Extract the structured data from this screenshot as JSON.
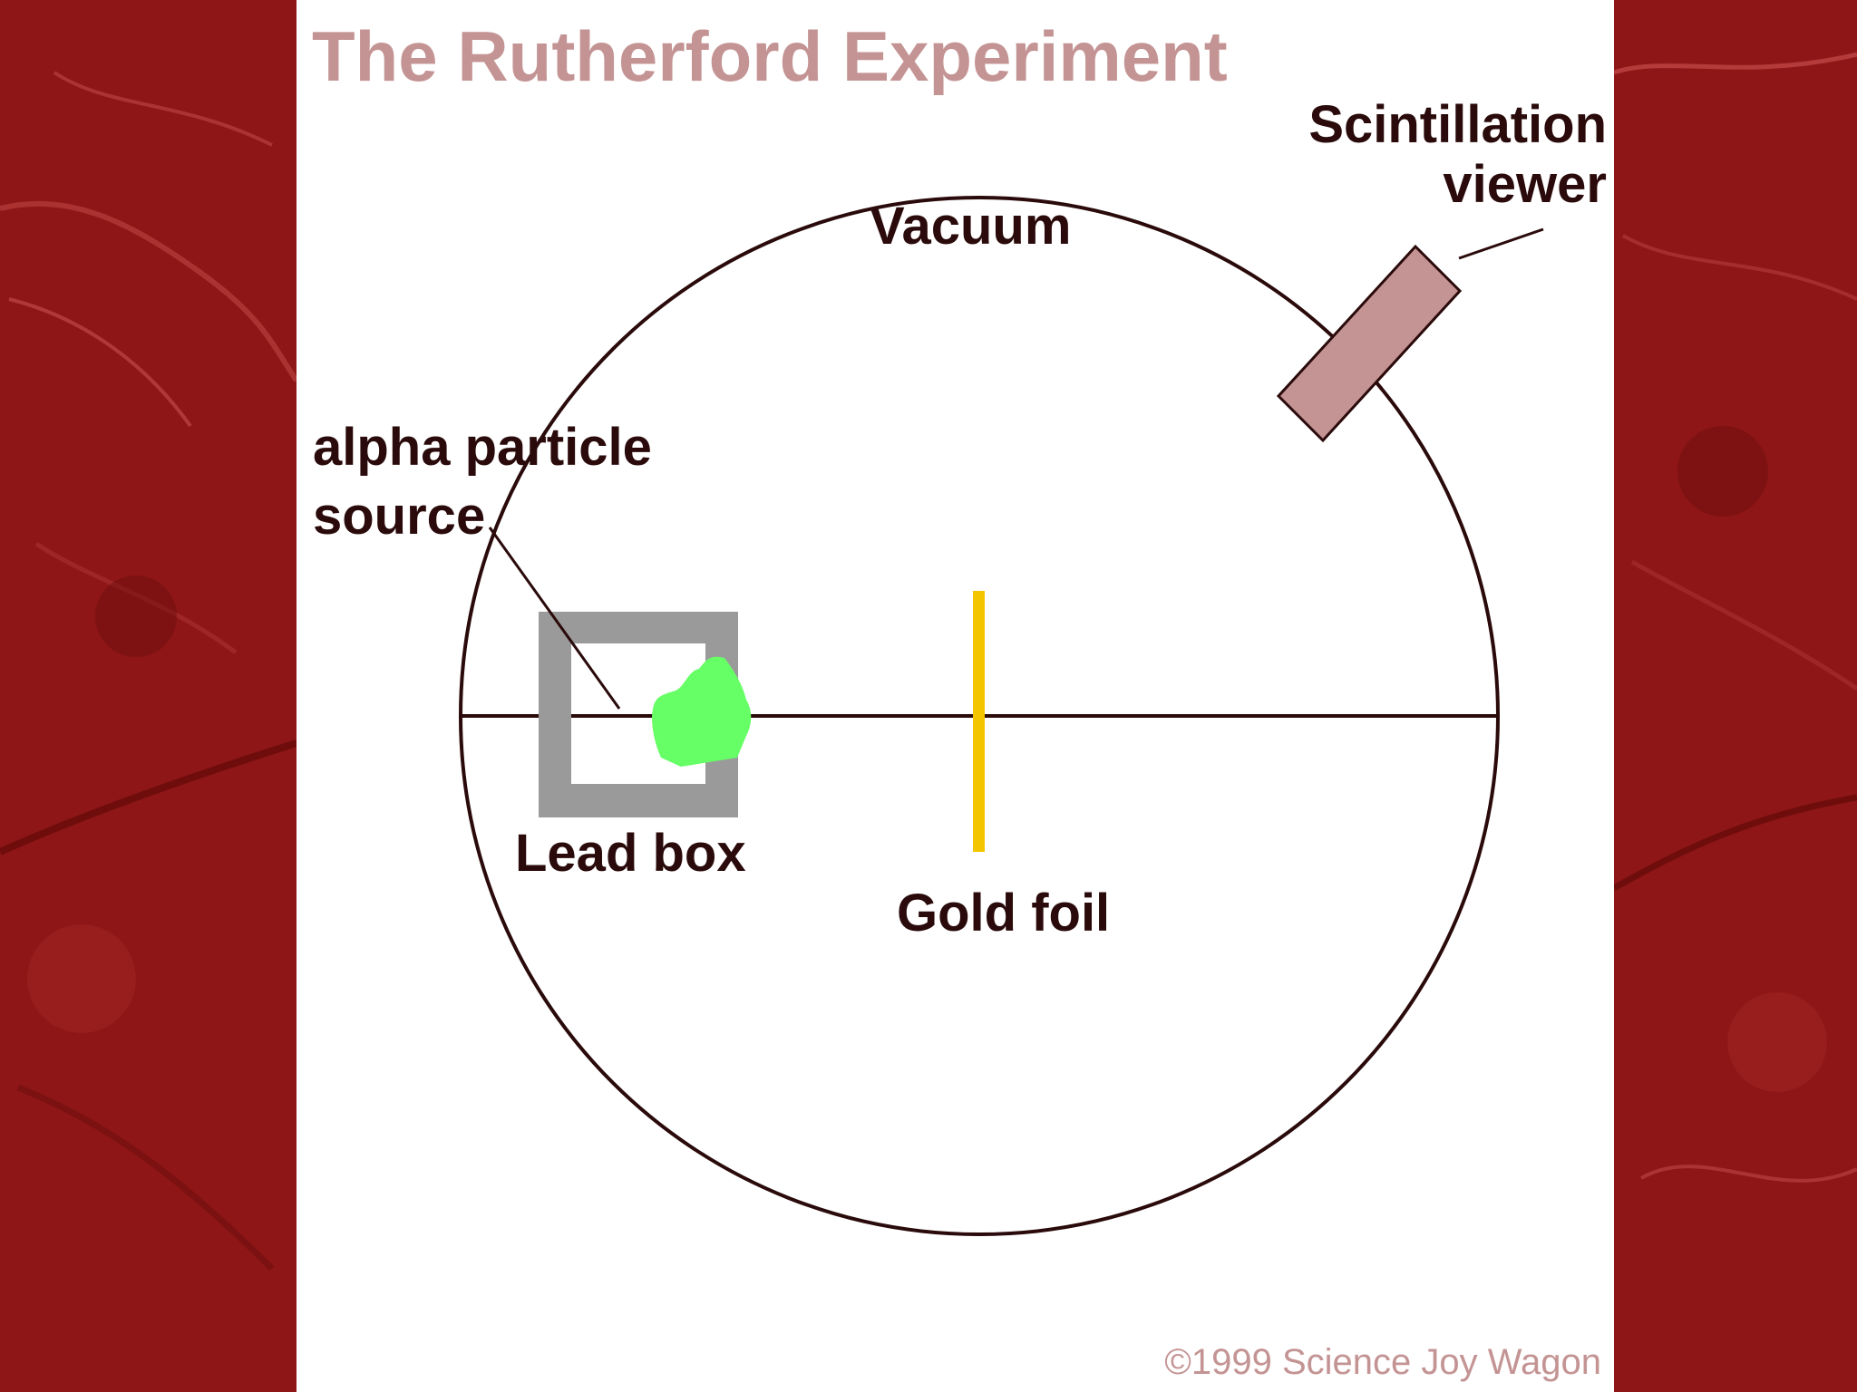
{
  "title": "The Rutherford Experiment",
  "labels": {
    "vacuum": "Vacuum",
    "scintillation_line1": "Scintillation",
    "scintillation_line2": "viewer",
    "alpha_line1": "alpha particle",
    "alpha_line2": "source",
    "lead_box": "Lead box",
    "gold_foil": "Gold foil"
  },
  "copyright": "©1999 Science Joy Wagon",
  "colors": {
    "background_texture": "#8e1616",
    "panel": "#ffffff",
    "title": "#c49494",
    "outline": "#2a0a0a",
    "lead_box": "#9a9a9a",
    "alpha_source": "#66ff66",
    "gold_foil": "#f2c500",
    "scintillation_viewer": "#c49494"
  }
}
